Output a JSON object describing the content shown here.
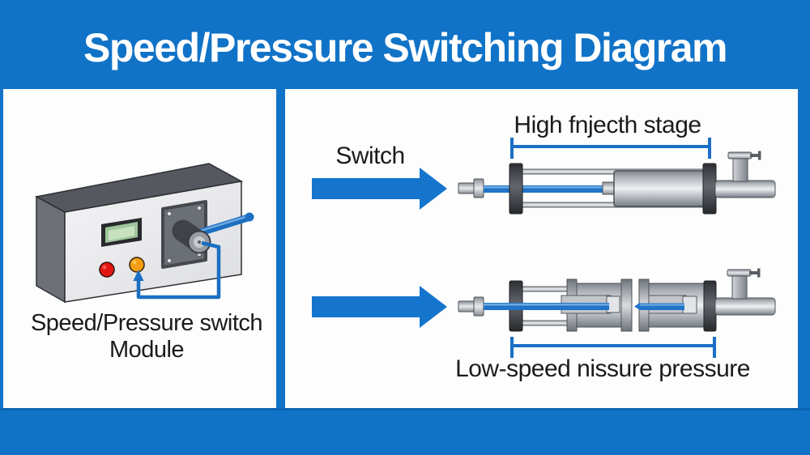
{
  "header": {
    "title": "Speed/Pressure Switching Diagram"
  },
  "left_panel": {
    "module_label_line1": "Speed/Pressure switch",
    "module_label_line2": "Module"
  },
  "right_panel": {
    "switch_label": "Switch",
    "top_row_label": "High fnjecth stage",
    "bottom_row_label": "Low-speed nissure pressure"
  },
  "colors": {
    "background_blue": "#1173c7",
    "arrow_blue": "#1575cd",
    "dimension_line_blue": "#1b6fc6",
    "panel_white": "#fdfdfd",
    "text_black": "#1b1b1b",
    "title_white": "#ffffff",
    "red_button": "#e21511",
    "orange_button": "#f59d12",
    "lcd_green": "#9fc69b",
    "cylinder_dark_cap": "#3a3d42",
    "rod_blue": "#2174c8"
  }
}
